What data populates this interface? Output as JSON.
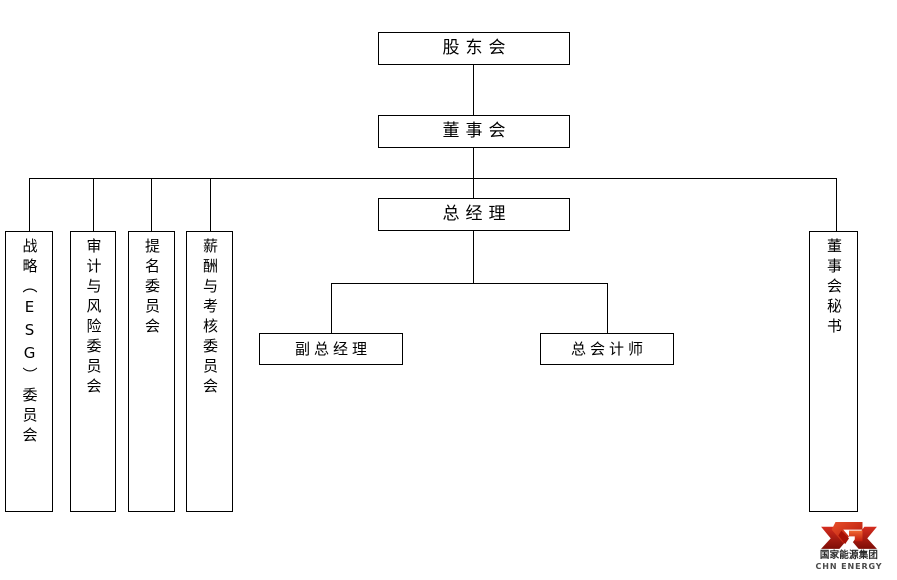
{
  "diagram": {
    "type": "organization-chart",
    "title": "",
    "orientation": "top-down",
    "line_color": "#000000",
    "box_fill": "#ffffff",
    "box_border": "#000000"
  },
  "nodes": {
    "shareholders_meeting": {
      "label": "股东会",
      "level": 1
    },
    "board_of_directors": {
      "label": "董事会",
      "level": 2
    },
    "general_manager": {
      "label": "总经理",
      "level": 3
    },
    "deputy_general_manager": {
      "label": "副总经理",
      "level": 4
    },
    "chief_accountant": {
      "label": "总会计师",
      "level": 4
    },
    "board_secretary": {
      "label": "董事会秘书",
      "level": 3
    },
    "committees": [
      {
        "key": "strategy_esg_committee",
        "label": "战略（ESG）委员会"
      },
      {
        "key": "audit_risk_committee",
        "label": "审计与风险委员会"
      },
      {
        "key": "nomination_committee",
        "label": "提名委员会"
      },
      {
        "key": "remuneration_assessment_committee",
        "label": "薪酬与考核委员会"
      }
    ]
  },
  "brand": {
    "mark_name": "chn-energy-logo-mark",
    "name_cn": "国家能源集团",
    "name_en": "CHN ENERGY",
    "color_primary": "#c8102e",
    "color_secondary": "#8c1007",
    "color_accent": "#e8502a"
  }
}
